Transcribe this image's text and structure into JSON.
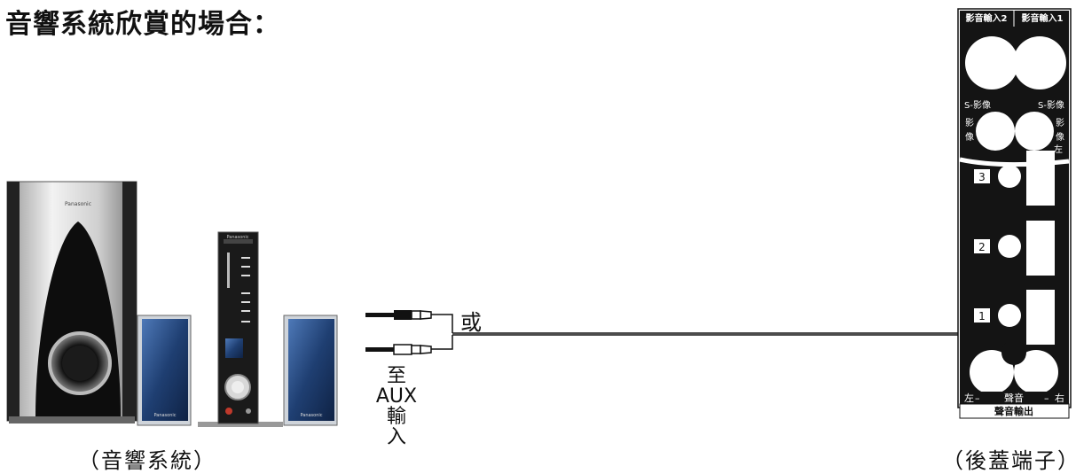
{
  "title": "音響系統欣賞的場合：",
  "caption_left": "（音響系統）",
  "caption_right": "（後蓋端子）",
  "connector_or": "或",
  "aux_label": [
    "至",
    "AUX",
    "輸",
    "入"
  ],
  "speaker_brand": "Panasonic",
  "panel": {
    "header_left": "影音輸入2",
    "header_right": "影音輸入1",
    "s_video_left": "S-影像",
    "s_video_right": "S-影像",
    "video_vert_left": [
      "影",
      "像"
    ],
    "video_vert_right": [
      "影",
      "像"
    ],
    "left_mark": "左",
    "inputs": [
      "3",
      "2",
      "1"
    ],
    "audio_row_left": "左",
    "audio_row_mid": "聲音",
    "audio_row_right": "右",
    "footer": "聲音輸出"
  },
  "colors": {
    "line": "#111111",
    "panel": "#1a1a1a",
    "accent_blue": "#2b4e8c"
  }
}
